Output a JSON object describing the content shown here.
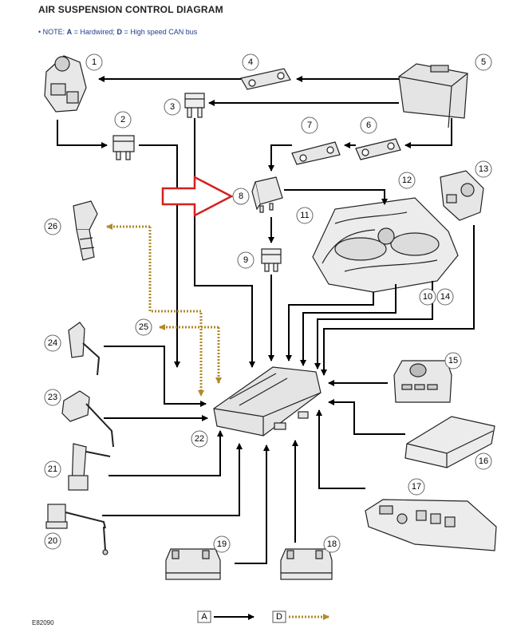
{
  "header": {
    "title": "AIR SUSPENSION CONTROL DIAGRAM",
    "note_prefix": "• NOTE: ",
    "note_a_letter": "A",
    "note_a_text": " = Hardwired; ",
    "note_d_letter": "D",
    "note_d_text": " = High speed CAN bus"
  },
  "figure_ref": "E82090",
  "legend": {
    "hardwired_key": "A",
    "can_key": "D"
  },
  "components": [
    {
      "number": "1"
    },
    {
      "number": "2"
    },
    {
      "number": "3"
    },
    {
      "number": "4"
    },
    {
      "number": "5"
    },
    {
      "number": "6"
    },
    {
      "number": "7"
    },
    {
      "number": "8"
    },
    {
      "number": "9"
    },
    {
      "number": "10"
    },
    {
      "number": "11"
    },
    {
      "number": "12"
    },
    {
      "number": "13"
    },
    {
      "number": "14"
    },
    {
      "number": "15"
    },
    {
      "number": "16"
    },
    {
      "number": "17"
    },
    {
      "number": "18"
    },
    {
      "number": "19"
    },
    {
      "number": "20"
    },
    {
      "number": "21"
    },
    {
      "number": "22"
    },
    {
      "number": "23"
    },
    {
      "number": "24"
    },
    {
      "number": "25"
    },
    {
      "number": "26"
    }
  ],
  "colors": {
    "hardwired_line": "#000000",
    "can_bus_line": "#b08a2a",
    "highlight_arrow": "#d42020",
    "note_text": "#1f3f8f"
  }
}
